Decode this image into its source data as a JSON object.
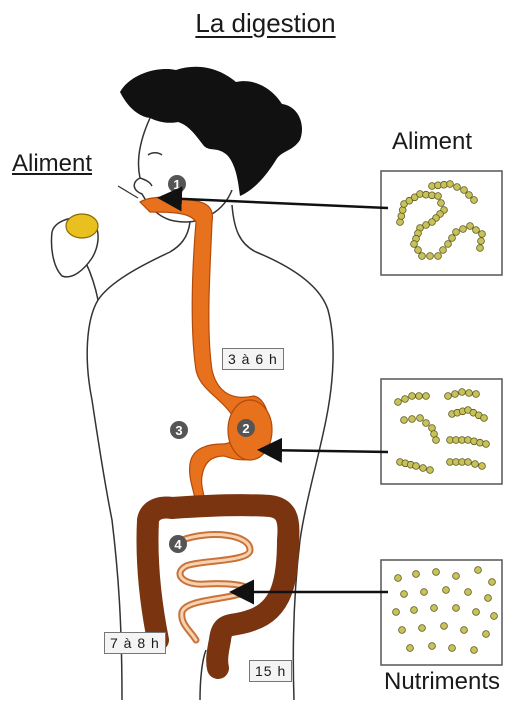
{
  "title": "La digestion",
  "labels": {
    "aliment_left": "Aliment",
    "aliment_right": "Aliment",
    "nutriments": "Nutriments"
  },
  "times": {
    "stomach": "3 à 6 h",
    "small_intestine": "7 à 8 h",
    "large_intestine": "15 h"
  },
  "steps": [
    "1",
    "2",
    "3",
    "4"
  ],
  "colors": {
    "tract": "#e8711e",
    "colon": "#7a3410",
    "food": "#e8c020",
    "bead": "#c9c25a",
    "step_marker": "#555555"
  }
}
